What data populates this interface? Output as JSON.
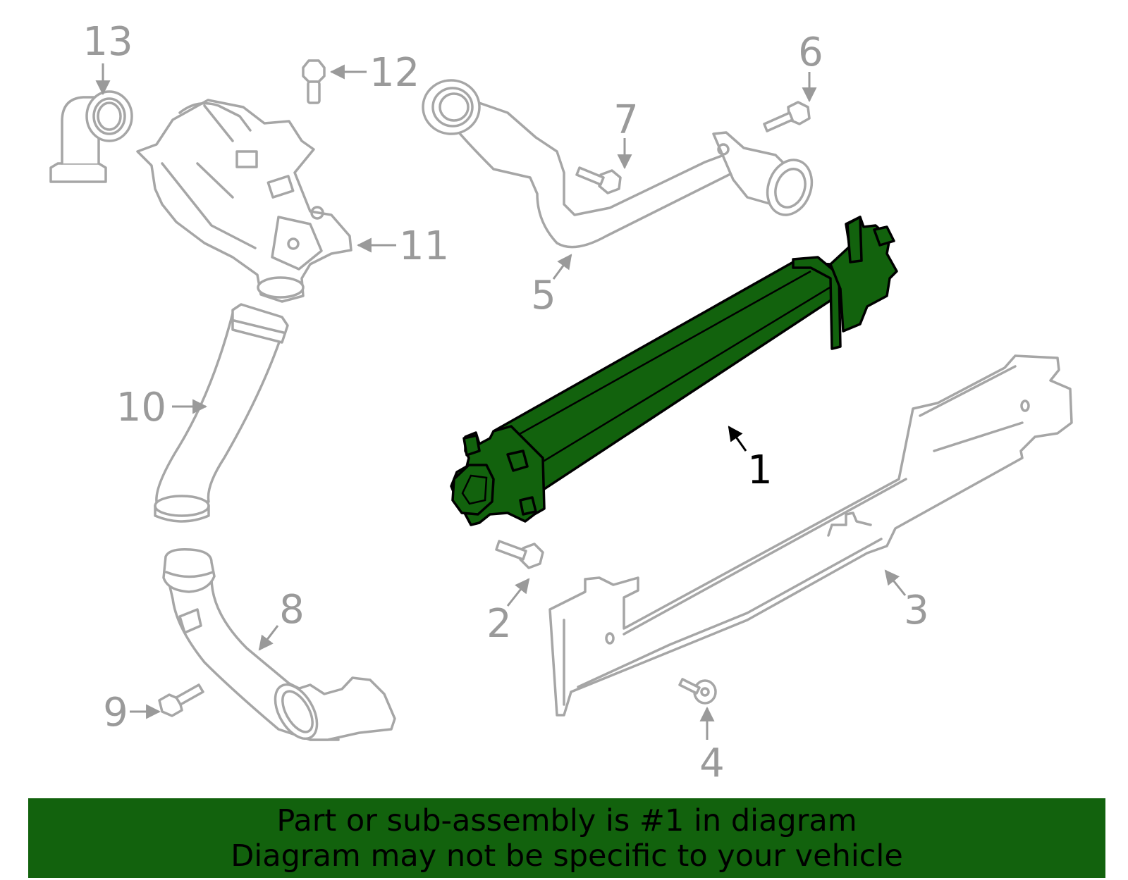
{
  "colors": {
    "highlight": "#12620d",
    "part_outline": "#a6a6a6",
    "label_gray": "#9a9a9a",
    "label_highlight": "#000000",
    "banner_bg": "#12620d"
  },
  "callouts": [
    "1",
    "2",
    "3",
    "4",
    "5",
    "6",
    "7",
    "8",
    "9",
    "10",
    "11",
    "12",
    "13"
  ],
  "highlighted_callout": "1",
  "banner": {
    "line1": "Part or sub-assembly is #1 in diagram",
    "line2": "Diagram may not be specific to your vehicle"
  }
}
